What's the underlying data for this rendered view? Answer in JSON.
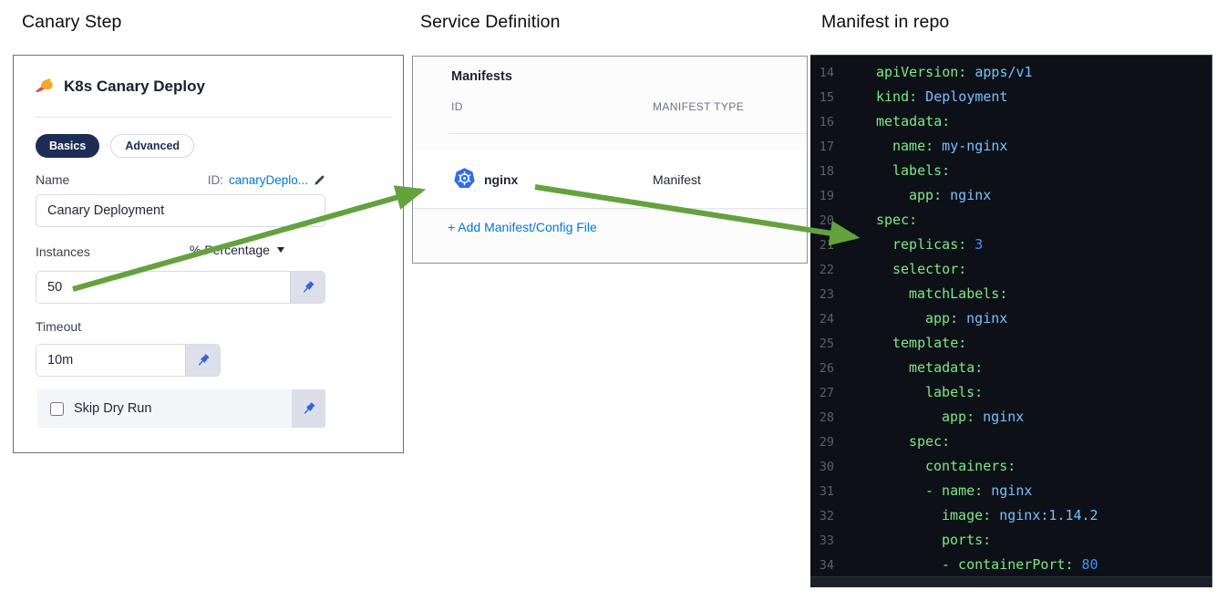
{
  "colors": {
    "accent_blue": "#0278d5",
    "navy": "#1c2d55",
    "arrow_green": "#63a23d",
    "pin_blue": "#2e62d9",
    "k8s_blue": "#326ce5",
    "code_bg": "#0d1117",
    "code_key": "#7ee787",
    "code_str": "#79c0ff",
    "code_num": "#4493f8",
    "code_linenum": "#58606a"
  },
  "headings": {
    "canary_step": "Canary Step",
    "service_definition": "Service Definition",
    "manifest_in_repo": "Manifest in repo"
  },
  "canary_panel": {
    "title": "K8s Canary Deploy",
    "tabs": [
      {
        "label": "Basics",
        "active": true
      },
      {
        "label": "Advanced",
        "active": false
      }
    ],
    "name_field": {
      "label": "Name",
      "id_label": "ID:",
      "id_value": "canaryDeplo...",
      "value": "Canary Deployment"
    },
    "instances_field": {
      "label": "Instances",
      "unit_selector": "% Percentage",
      "value": "50"
    },
    "timeout_field": {
      "label": "Timeout",
      "value": "10m"
    },
    "skip_dry_run": {
      "label": "Skip Dry Run",
      "checked": false
    }
  },
  "service_panel": {
    "title": "Manifests",
    "columns": [
      "ID",
      "MANIFEST TYPE"
    ],
    "rows": [
      {
        "id": "nginx",
        "type": "Manifest",
        "icon": "kubernetes-icon"
      }
    ],
    "add_link": "+ Add Manifest/Config File"
  },
  "code_panel": {
    "lines": [
      {
        "n": 14,
        "i": 0,
        "k": "apiVersion:",
        "v": "apps/v1",
        "t": "s"
      },
      {
        "n": 15,
        "i": 0,
        "k": "kind:",
        "v": "Deployment",
        "t": "s"
      },
      {
        "n": 16,
        "i": 0,
        "k": "metadata:"
      },
      {
        "n": 17,
        "i": 1,
        "k": "name:",
        "v": "my-nginx",
        "t": "s"
      },
      {
        "n": 18,
        "i": 1,
        "k": "labels:"
      },
      {
        "n": 19,
        "i": 2,
        "k": "app:",
        "v": "nginx",
        "t": "s"
      },
      {
        "n": 20,
        "i": 0,
        "k": "spec:"
      },
      {
        "n": 21,
        "i": 1,
        "k": "replicas:",
        "v": "3",
        "t": "n"
      },
      {
        "n": 22,
        "i": 1,
        "k": "selector:"
      },
      {
        "n": 23,
        "i": 2,
        "k": "matchLabels:"
      },
      {
        "n": 24,
        "i": 3,
        "k": "app:",
        "v": "nginx",
        "t": "s"
      },
      {
        "n": 25,
        "i": 1,
        "k": "template:"
      },
      {
        "n": 26,
        "i": 2,
        "k": "metadata:"
      },
      {
        "n": 27,
        "i": 3,
        "k": "labels:"
      },
      {
        "n": 28,
        "i": 4,
        "k": "app:",
        "v": "nginx",
        "t": "s"
      },
      {
        "n": 29,
        "i": 2,
        "k": "spec:"
      },
      {
        "n": 30,
        "i": 3,
        "k": "containers:"
      },
      {
        "n": 31,
        "i": 3,
        "d": true,
        "k": "name:",
        "v": "nginx",
        "t": "s"
      },
      {
        "n": 32,
        "i": 4,
        "k": "image:",
        "v": "nginx:1.14.2",
        "t": "s"
      },
      {
        "n": 33,
        "i": 4,
        "k": "ports:"
      },
      {
        "n": 34,
        "i": 4,
        "d": true,
        "k": "containerPort:",
        "v": "80",
        "t": "n"
      }
    ]
  }
}
